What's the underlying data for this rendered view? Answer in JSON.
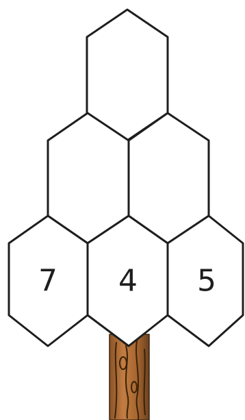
{
  "puzzle": {
    "cells": [
      {
        "id": "top",
        "value": ""
      },
      {
        "id": "middle-left",
        "value": ""
      },
      {
        "id": "middle-right",
        "value": ""
      },
      {
        "id": "bottom-left",
        "value": "7"
      },
      {
        "id": "bottom-center",
        "value": "4"
      },
      {
        "id": "bottom-right",
        "value": "5"
      }
    ]
  },
  "colors": {
    "outline": "#1e1e1e",
    "trunk_light": "#b8733b",
    "trunk_dark": "#6b4220",
    "background": "#ffffff"
  },
  "icons": {
    "trunk": "tree-trunk-icon"
  }
}
